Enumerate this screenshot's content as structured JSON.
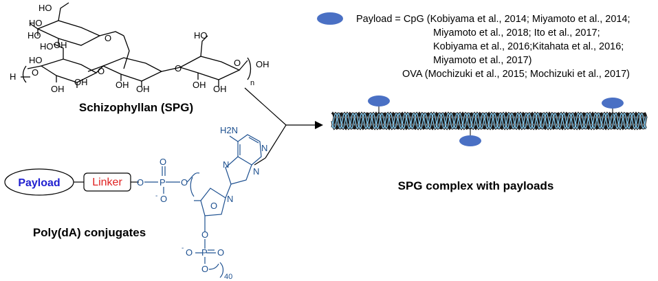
{
  "schizophyllan": {
    "title": "Schizophyllan (SPG)",
    "atoms": {
      "ho": "HO",
      "oh": "OH",
      "o": "O",
      "h": "H",
      "n": "n"
    }
  },
  "conjugate": {
    "title": "Poly(dA) conjugates",
    "payload_label": "Payload",
    "linker_label": "Linker",
    "atoms": {
      "nh2": "H2N",
      "n": "N",
      "o": "O",
      "p": "P",
      "o_minus": "O",
      "minus": "-",
      "repeat": "40"
    }
  },
  "complex": {
    "title": "SPG complex with payloads"
  },
  "legend": {
    "lines": [
      "Payload = CpG (Kobiyama et al., 2014; Miyamoto et al., 2014;",
      "Miyamoto et al., 2018; Ito et al., 2017;",
      "Kobiyama et al., 2016;Kitahata et al., 2016;",
      "Miyamoto et al., 2017)",
      "OVA (Mochizuki et al., 2015; Mochizuki et al., 2017)"
    ]
  },
  "colors": {
    "payload_fill": "#4a70c4",
    "payload_text": "#1f1fd0",
    "linker_text": "#e02020",
    "chem_blue": "#1c4f8f",
    "helix_dark": "#1a1a1a",
    "helix_light": "#8fd8ff"
  }
}
